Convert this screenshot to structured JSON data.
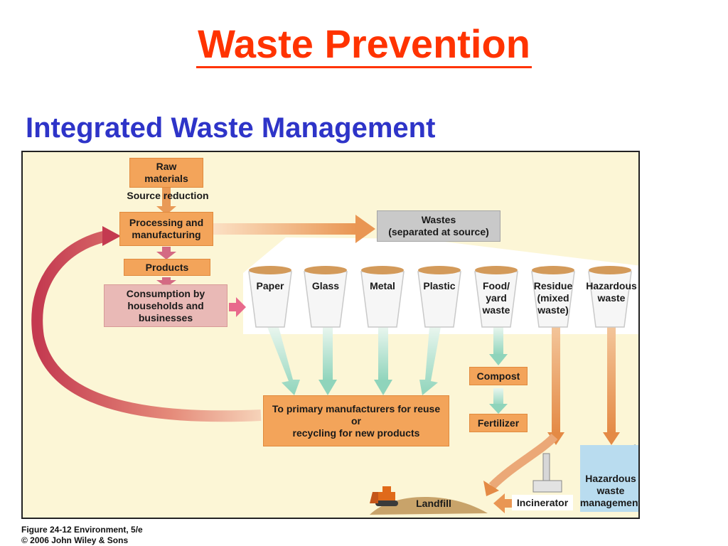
{
  "slide": {
    "title": "Waste Prevention",
    "subtitle": "Integrated Waste Management"
  },
  "diagram": {
    "raw_materials": "Raw\nmaterials",
    "source_reduction": "Source reduction",
    "processing": "Processing and\nmanufacturing",
    "products": "Products",
    "consumption": "Consumption by\nhouseholds and\nbusinesses",
    "wastes": "Wastes\n(separated at source)",
    "bins": [
      {
        "label": "Paper"
      },
      {
        "label": "Glass"
      },
      {
        "label": "Metal"
      },
      {
        "label": "Plastic"
      },
      {
        "label": "Food/\nyard\nwaste"
      },
      {
        "label": "Residue\n(mixed\nwaste)"
      },
      {
        "label": "Hazardous\nwaste"
      }
    ],
    "compost": "Compost",
    "fertilizer": "Fertilizer",
    "primary_manufacturers": "To primary manufacturers for reuse\nor\nrecycling for new products",
    "landfill": "Landfill",
    "incinerator": "Incinerator",
    "hazardous_management": "Hazardous\nwaste\nmanagement"
  },
  "caption": {
    "line1": "Figure 24-12  Environment, 5/e",
    "line2": "© 2006 John Wiley & Sons"
  },
  "colors": {
    "title": "#ff3300",
    "subtitle": "#2e34c8",
    "background": "#fcf6d6",
    "box_orange": "#f3a45a",
    "box_pink": "#e9b9b6",
    "arrow_green": "#9ed9c3",
    "arrow_red": "#c43a50"
  }
}
